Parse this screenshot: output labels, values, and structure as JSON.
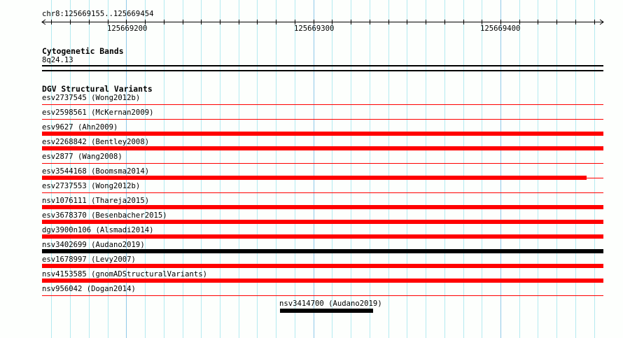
{
  "ruler": {
    "label": "chr8:125669155..125669454",
    "start": 125669155,
    "end": 125669454,
    "ticks": [
      "125669200",
      "125669300",
      "125669400"
    ]
  },
  "cytoband": {
    "title": "Cytogenetic Bands",
    "band": "8q24.13"
  },
  "dgv": {
    "title": "DGV Structural Variants",
    "features": [
      {
        "label": "esv2737545 (Wong2012b)",
        "style": "line",
        "color": "#ff0000"
      },
      {
        "label": "esv2598561 (McKernan2009)",
        "style": "line",
        "color": "#ff0000"
      },
      {
        "label": "esv9627 (Ahn2009)",
        "style": "bar",
        "color": "#ff0000"
      },
      {
        "label": "esv2268842 (Bentley2008)",
        "style": "bar",
        "color": "#ff0000"
      },
      {
        "label": "esv2877 (Wang2008)",
        "style": "line",
        "color": "#ff0000"
      },
      {
        "label": "esv3544168 (Boomsma2014)",
        "style": "bar",
        "color": "#ff0000",
        "bar_end": 125669446
      },
      {
        "label": "esv2737553 (Wong2012b)",
        "style": "line",
        "color": "#ff0000"
      },
      {
        "label": "nsv1076111 (Thareja2015)",
        "style": "bar",
        "color": "#ff0000"
      },
      {
        "label": "esv3678370 (Besenbacher2015)",
        "style": "bar",
        "color": "#ff0000"
      },
      {
        "label": "dgv3900n106 (Alsmadi2014)",
        "style": "bar",
        "color": "#ff0000"
      },
      {
        "label": "nsv3402699 (Audano2019)",
        "style": "bar",
        "color": "#000000"
      },
      {
        "label": "esv1678997 (Levy2007)",
        "style": "bar",
        "color": "#ff0000"
      },
      {
        "label": "nsv4153585 (gnomADStructuralVariants)",
        "style": "bar",
        "color": "#ff0000"
      },
      {
        "label": "nsv956042 (Dogan2014)",
        "style": "line",
        "color": "#ff0000"
      }
    ],
    "extra_feature": {
      "label": "nsv3414700 (Audano2019)",
      "start": 125669282,
      "end": 125669332,
      "color": "#000000"
    }
  },
  "colors": {
    "grid_minor": "#b4eaf0",
    "grid_major": "#90c8e8"
  }
}
